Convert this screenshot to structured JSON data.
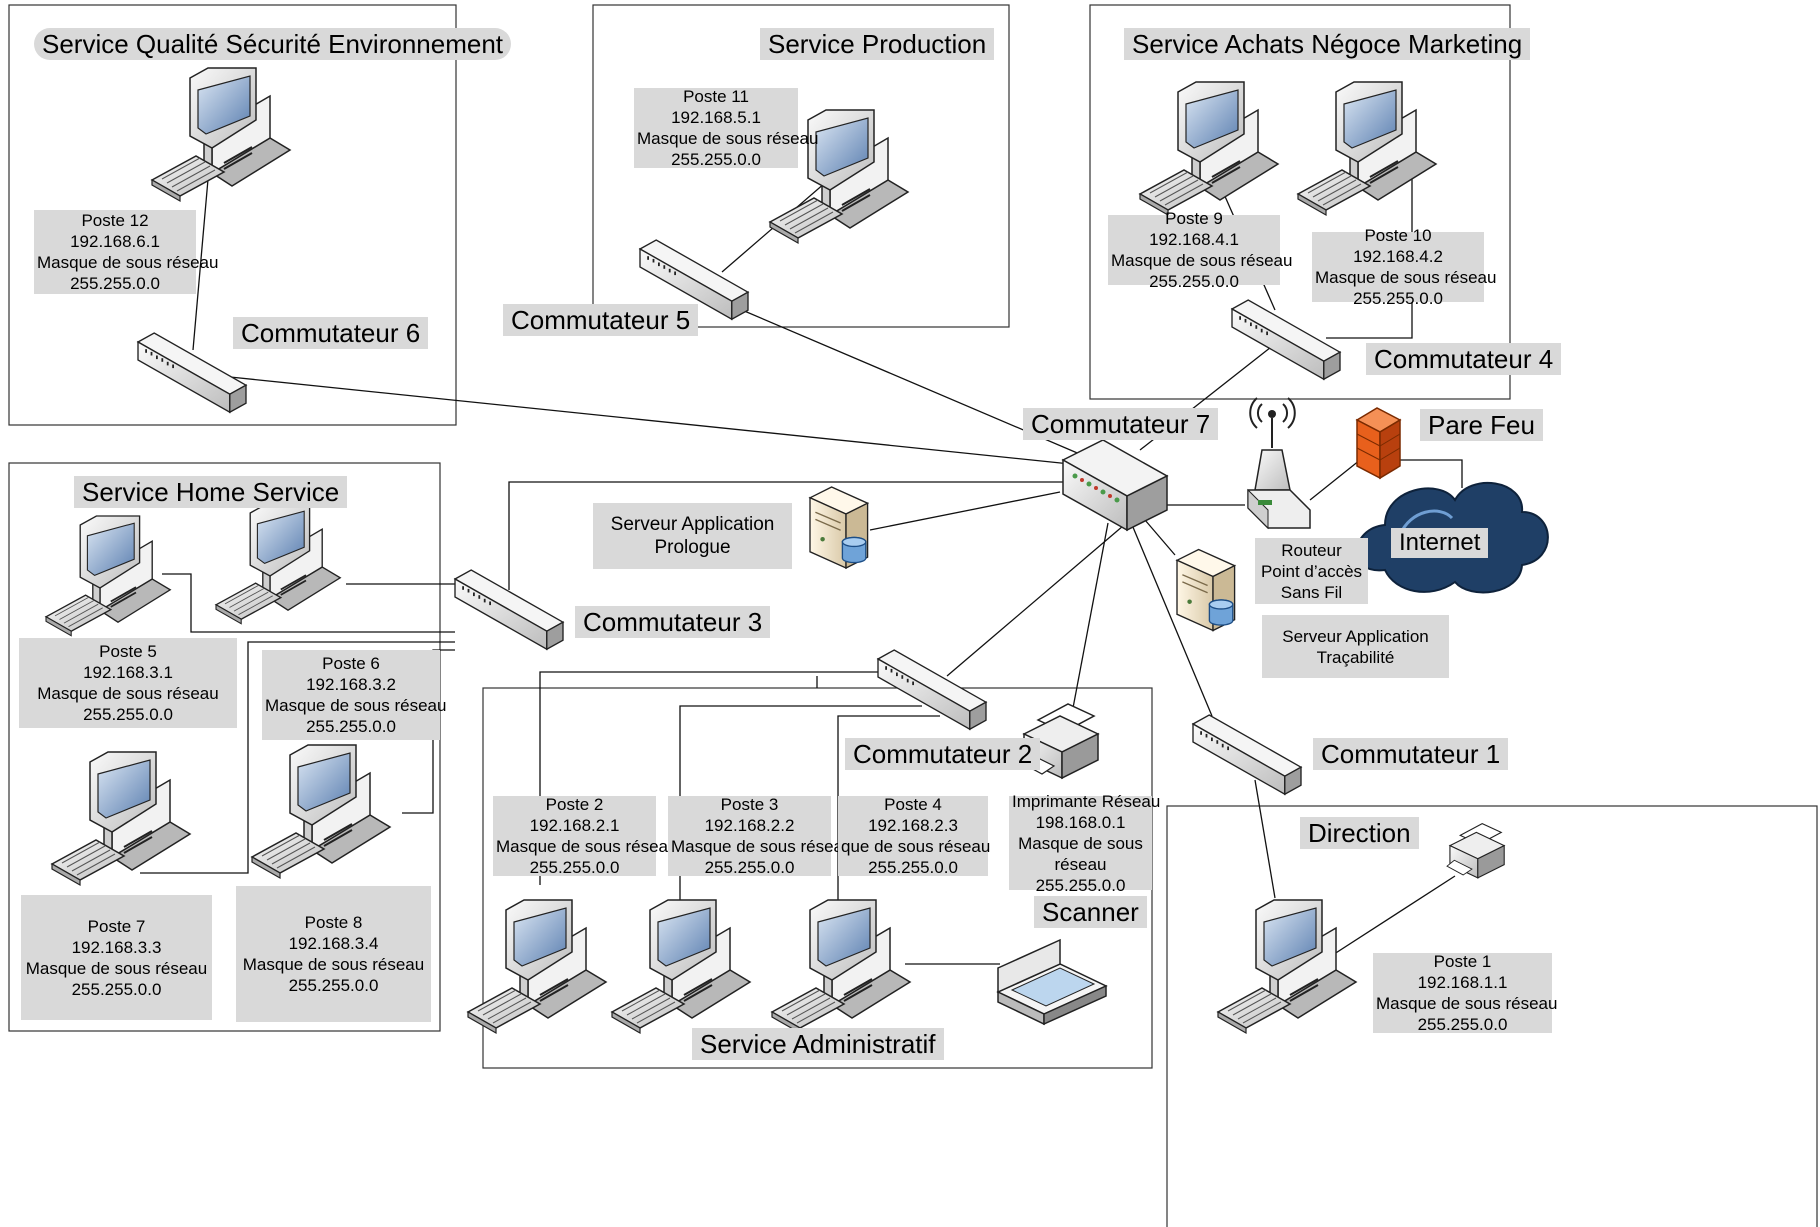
{
  "zones": {
    "qualite": "Service Qualité Sécurité Environnement",
    "production": "Service Production",
    "achats": "Service Achats Négoce Marketing",
    "home": "Service Home Service",
    "administratif": "Service Administratif",
    "direction": "Direction"
  },
  "switches": {
    "c1": "Commutateur 1",
    "c2": "Commutateur 2",
    "c3": "Commutateur 3",
    "c4": "Commutateur 4",
    "c5": "Commutateur 5",
    "c6": "Commutateur 6",
    "c7": "Commutateur 7"
  },
  "hosts": [
    {
      "name": "Poste 1",
      "ip": "192.168.1.1",
      "mask_label": "Masque de sous réseau",
      "mask": "255.255.0.0"
    },
    {
      "name": "Poste 2",
      "ip": "192.168.2.1",
      "mask_label": "Masque de sous réseau",
      "mask": "255.255.0.0"
    },
    {
      "name": "Poste 3",
      "ip": "192.168.2.2",
      "mask_label": "Masque de sous réseau",
      "mask": "255.255.0.0"
    },
    {
      "name": "Poste 4",
      "ip": "192.168.2.3",
      "mask_label": "que de sous réseau",
      "mask": "255.255.0.0"
    },
    {
      "name": "Poste 5",
      "ip": "192.168.3.1",
      "mask_label": "Masque de sous réseau",
      "mask": "255.255.0.0"
    },
    {
      "name": "Poste 6",
      "ip": "192.168.3.2",
      "mask_label": "Masque de sous réseau",
      "mask": "255.255.0.0"
    },
    {
      "name": "Poste 7",
      "ip": "192.168.3.3",
      "mask_label": "Masque de sous réseau",
      "mask": "255.255.0.0"
    },
    {
      "name": "Poste 8",
      "ip": "192.168.3.4",
      "mask_label": "Masque de sous réseau",
      "mask": "255.255.0.0"
    },
    {
      "name": "Poste 9",
      "ip": "192.168.4.1",
      "mask_label": "Masque de sous réseau",
      "mask": "255.255.0.0"
    },
    {
      "name": "Poste 10",
      "ip": "192.168.4.2",
      "mask_label": "Masque de sous réseau",
      "mask": "255.255.0.0"
    },
    {
      "name": "Poste 11",
      "ip": "192.168.5.1",
      "mask_label": "Masque de sous réseau",
      "mask": "255.255.0.0"
    },
    {
      "name": "Poste 12",
      "ip": "192.168.6.1",
      "mask_label": "Masque de sous réseau",
      "mask": "255.255.0.0"
    }
  ],
  "printer": {
    "l1": "Imprimante Réseau",
    "l2": "198.168.0.1",
    "l3": "Masque de sous",
    "l4": "réseau",
    "l5": "255.255.0.0"
  },
  "scanner": "Scanner",
  "server_prologue": {
    "l1": "Serveur Application",
    "l2": "Prologue"
  },
  "server_tracabilite": {
    "l1": "Serveur Application",
    "l2": "Traçabilité"
  },
  "router": {
    "l1": "Routeur",
    "l2": "Point d’accès",
    "l3": "Sans Fil"
  },
  "firewall": "Pare Feu",
  "internet": "Internet",
  "colors": {
    "label_bg": "#d9d9d9",
    "cloud": "#1f3f66",
    "firewall": "#e8601c"
  },
  "icons": [
    "desktop-computer-icon",
    "network-switch-icon",
    "server-icon",
    "printer-icon",
    "scanner-icon",
    "wireless-router-icon",
    "firewall-icon",
    "internet-cloud-icon"
  ]
}
